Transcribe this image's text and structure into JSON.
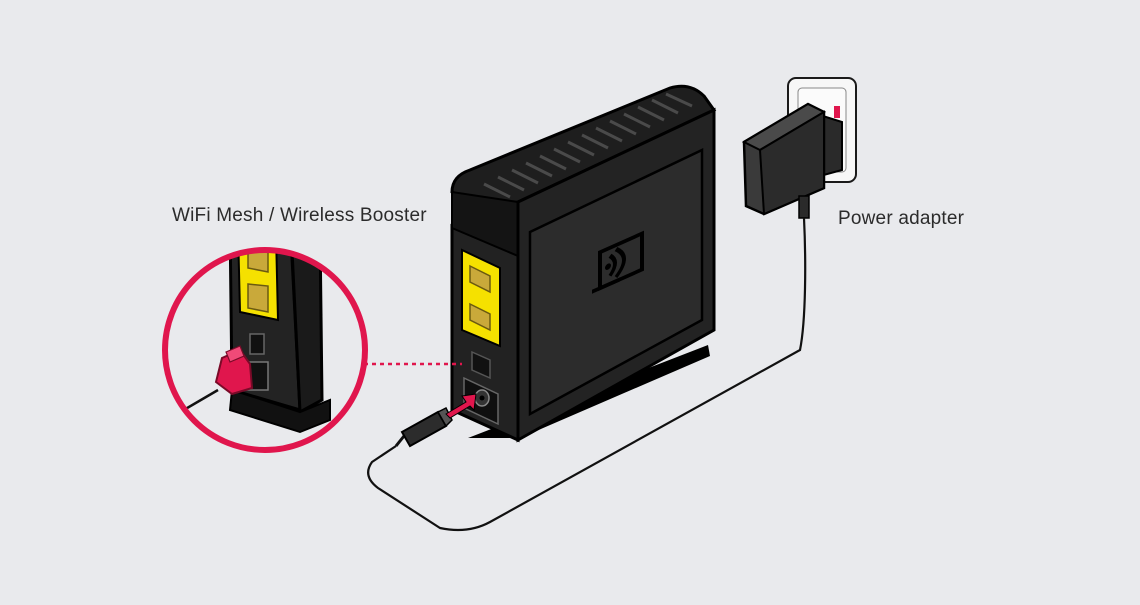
{
  "labels": {
    "booster": "WiFi Mesh / Wireless Booster",
    "adapter": "Power adapter"
  },
  "colors": {
    "background": "#e9eaed",
    "device_body": "#1a1a1a",
    "device_edge": "#000000",
    "port_yellow": "#f5e100",
    "accent_red": "#e0164d",
    "cable": "#111111",
    "socket_white": "#f7f7f7"
  },
  "icons": {
    "device_logo": "wifi-booster-logo-icon",
    "callout_arrow": "plug-in-arrow-icon",
    "dotted_leader": "dotted-callout-line"
  }
}
